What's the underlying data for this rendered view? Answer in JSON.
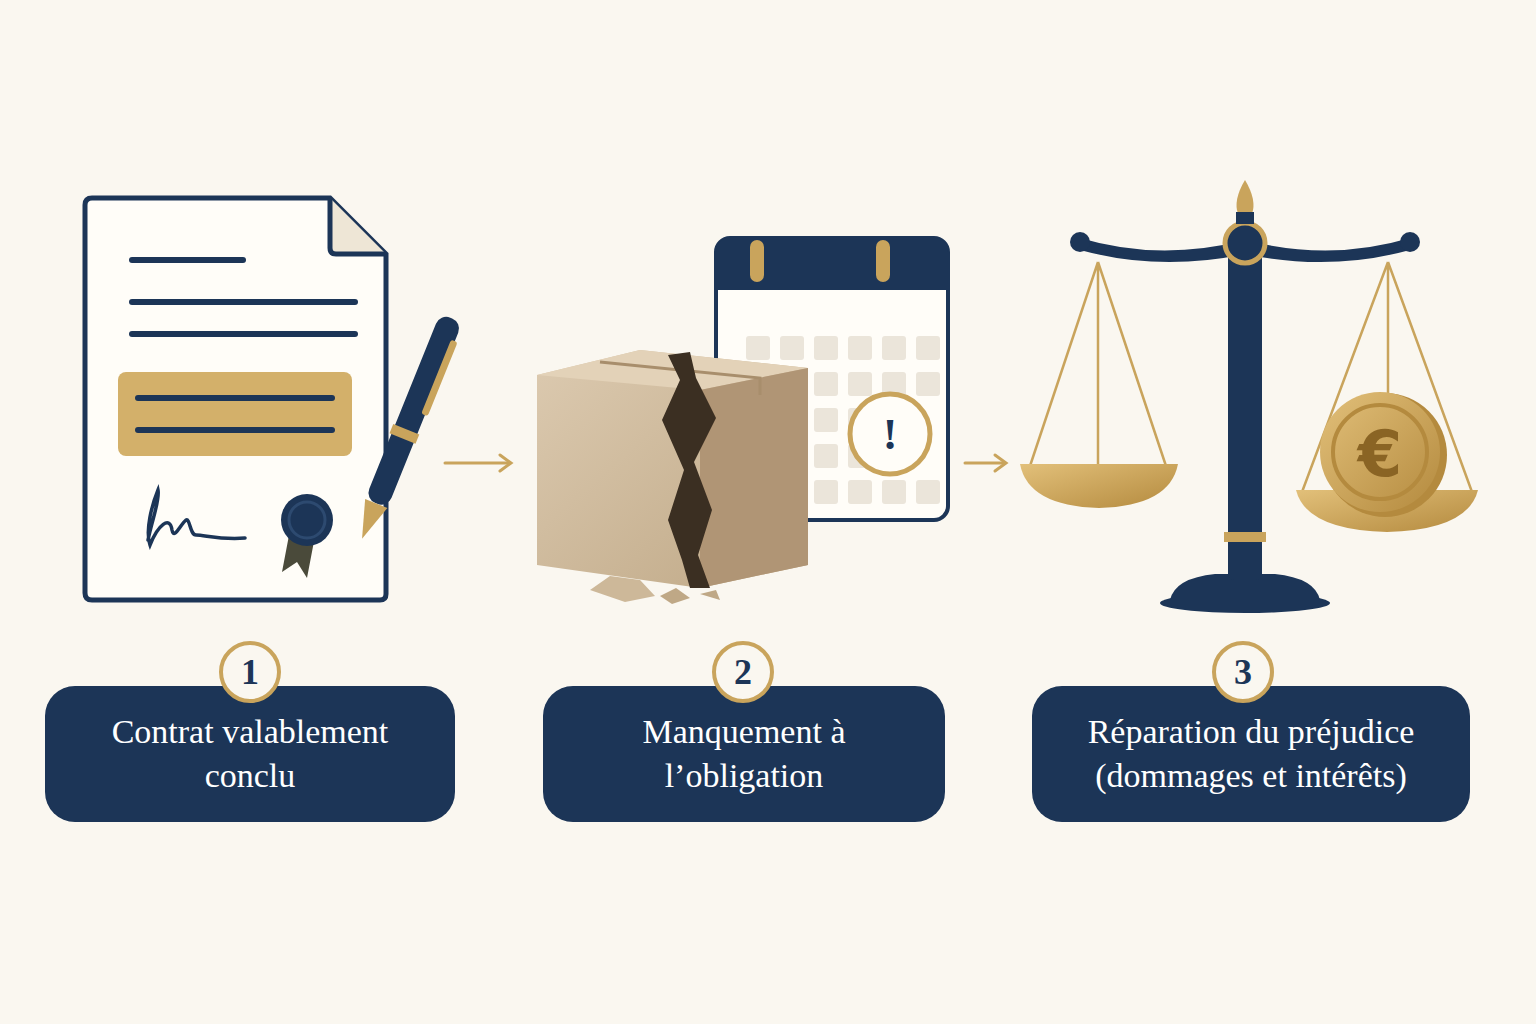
{
  "diagram": {
    "nodes": [
      {
        "text": [
          "1"
        ]
      },
      {
        "text": [
          "Contrat valablement conclu"
        ]
      },
      {
        "text": [
          "2"
        ]
      },
      {
        "text": [
          "Manquement à l’obligation"
        ]
      },
      {
        "text": [
          "3"
        ]
      },
      {
        "text": [
          "Réparation du préjudice (dommages et intérêts)"
        ]
      }
    ],
    "labels": [
      "!",
      "€"
    ]
  }
}
